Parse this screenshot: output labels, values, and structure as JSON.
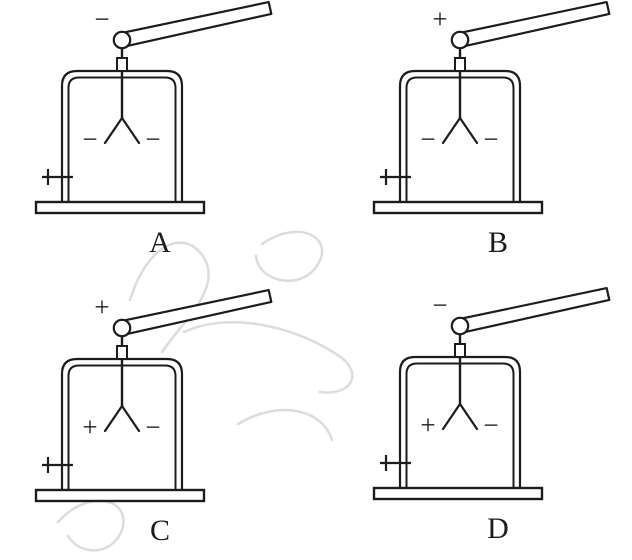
{
  "figures": [
    {
      "label": "A",
      "rod_charge": "−",
      "leaf_left": "−",
      "leaf_right": "−"
    },
    {
      "label": "B",
      "rod_charge": "+",
      "leaf_left": "−",
      "leaf_right": "−"
    },
    {
      "label": "C",
      "rod_charge": "+",
      "leaf_left": "+",
      "leaf_right": "−"
    },
    {
      "label": "D",
      "rod_charge": "−",
      "leaf_left": "+",
      "leaf_right": "−"
    }
  ],
  "colors": {
    "line": "#1c1c1c",
    "background": "#ffffff",
    "watermark": "#dcdcdc"
  }
}
